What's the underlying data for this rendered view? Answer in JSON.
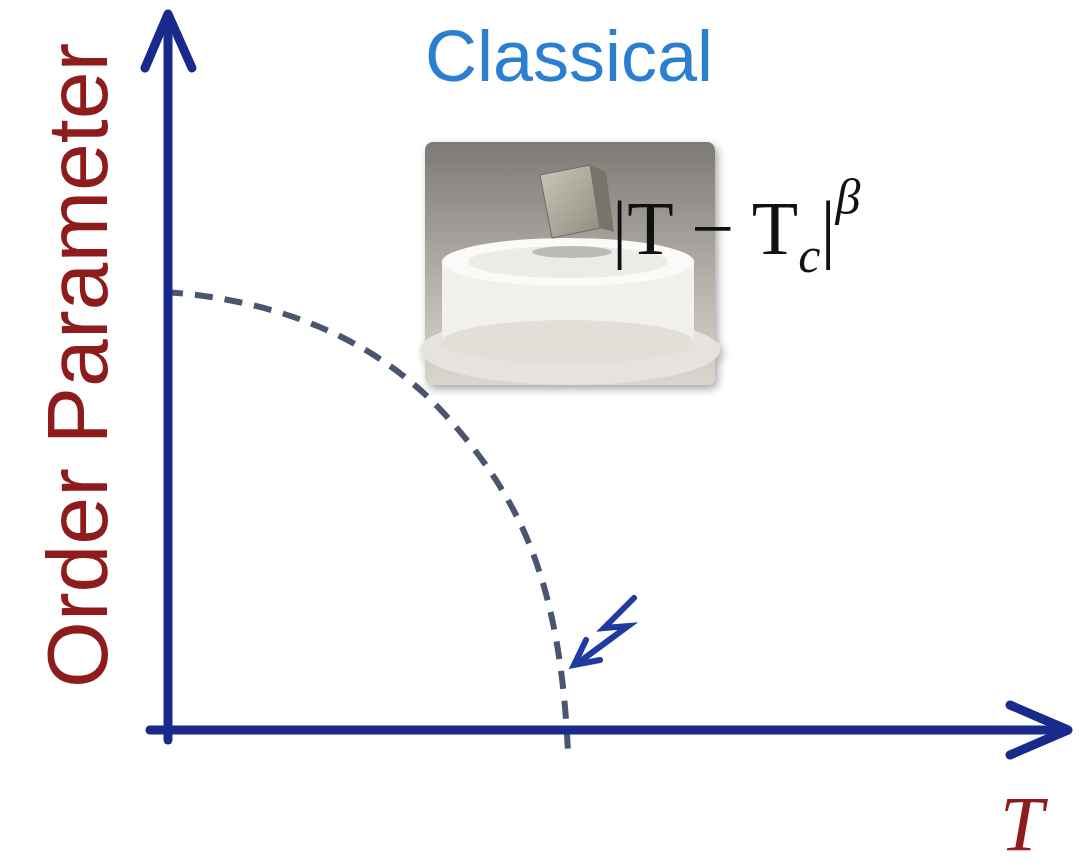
{
  "diagram": {
    "title": "Classical",
    "labels": [
      "Order Parameter",
      "T",
      "|T − T",
      "c",
      "|",
      "β"
    ]
  }
}
